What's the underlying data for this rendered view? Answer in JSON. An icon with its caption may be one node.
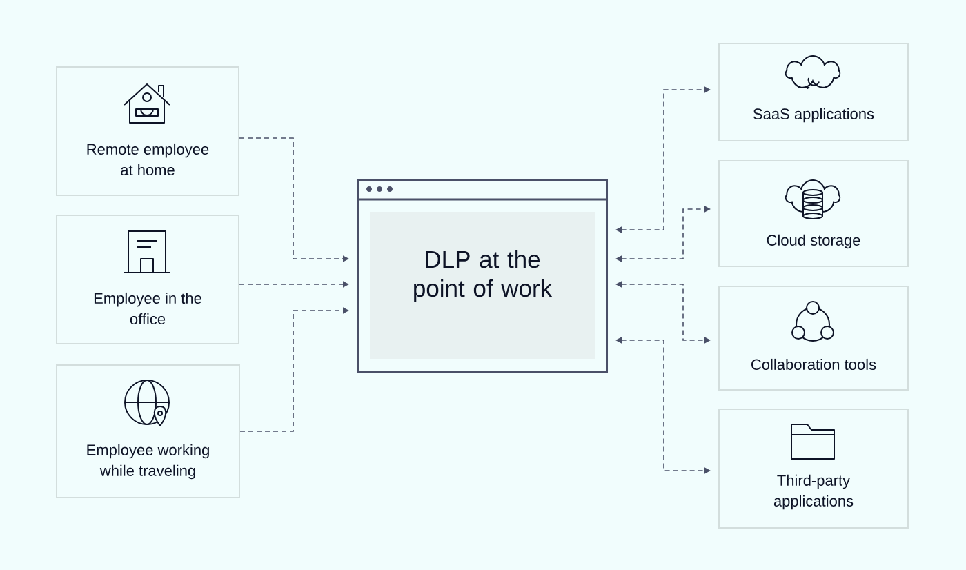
{
  "diagram": {
    "nodes": [
      {
        "text": [
          "Remote employee at home"
        ]
      },
      {
        "text": [
          "Employee in the office"
        ]
      },
      {
        "text": [
          "Employee working while traveling"
        ]
      },
      {
        "text": [
          "DLP at the point of work"
        ]
      },
      {
        "text": [
          "SaaS applications"
        ]
      },
      {
        "text": [
          "Cloud storage"
        ]
      },
      {
        "text": [
          "Collaboration tools"
        ]
      },
      {
        "text": [
          "Third-party applications"
        ]
      }
    ],
    "edges": [
      {
        "from": 0,
        "to": 3,
        "arrow": "to",
        "style": "dashed"
      },
      {
        "from": 1,
        "to": 3,
        "arrow": "to",
        "style": "dashed"
      },
      {
        "from": 2,
        "to": 3,
        "arrow": "to",
        "style": "dashed"
      },
      {
        "from": 3,
        "to": 4,
        "arrow": "both",
        "style": "dashed"
      },
      {
        "from": 3,
        "to": 5,
        "arrow": "both",
        "style": "dashed"
      },
      {
        "from": 3,
        "to": 6,
        "arrow": "both",
        "style": "dashed"
      },
      {
        "from": 3,
        "to": 7,
        "arrow": "both",
        "style": "dashed"
      }
    ]
  }
}
